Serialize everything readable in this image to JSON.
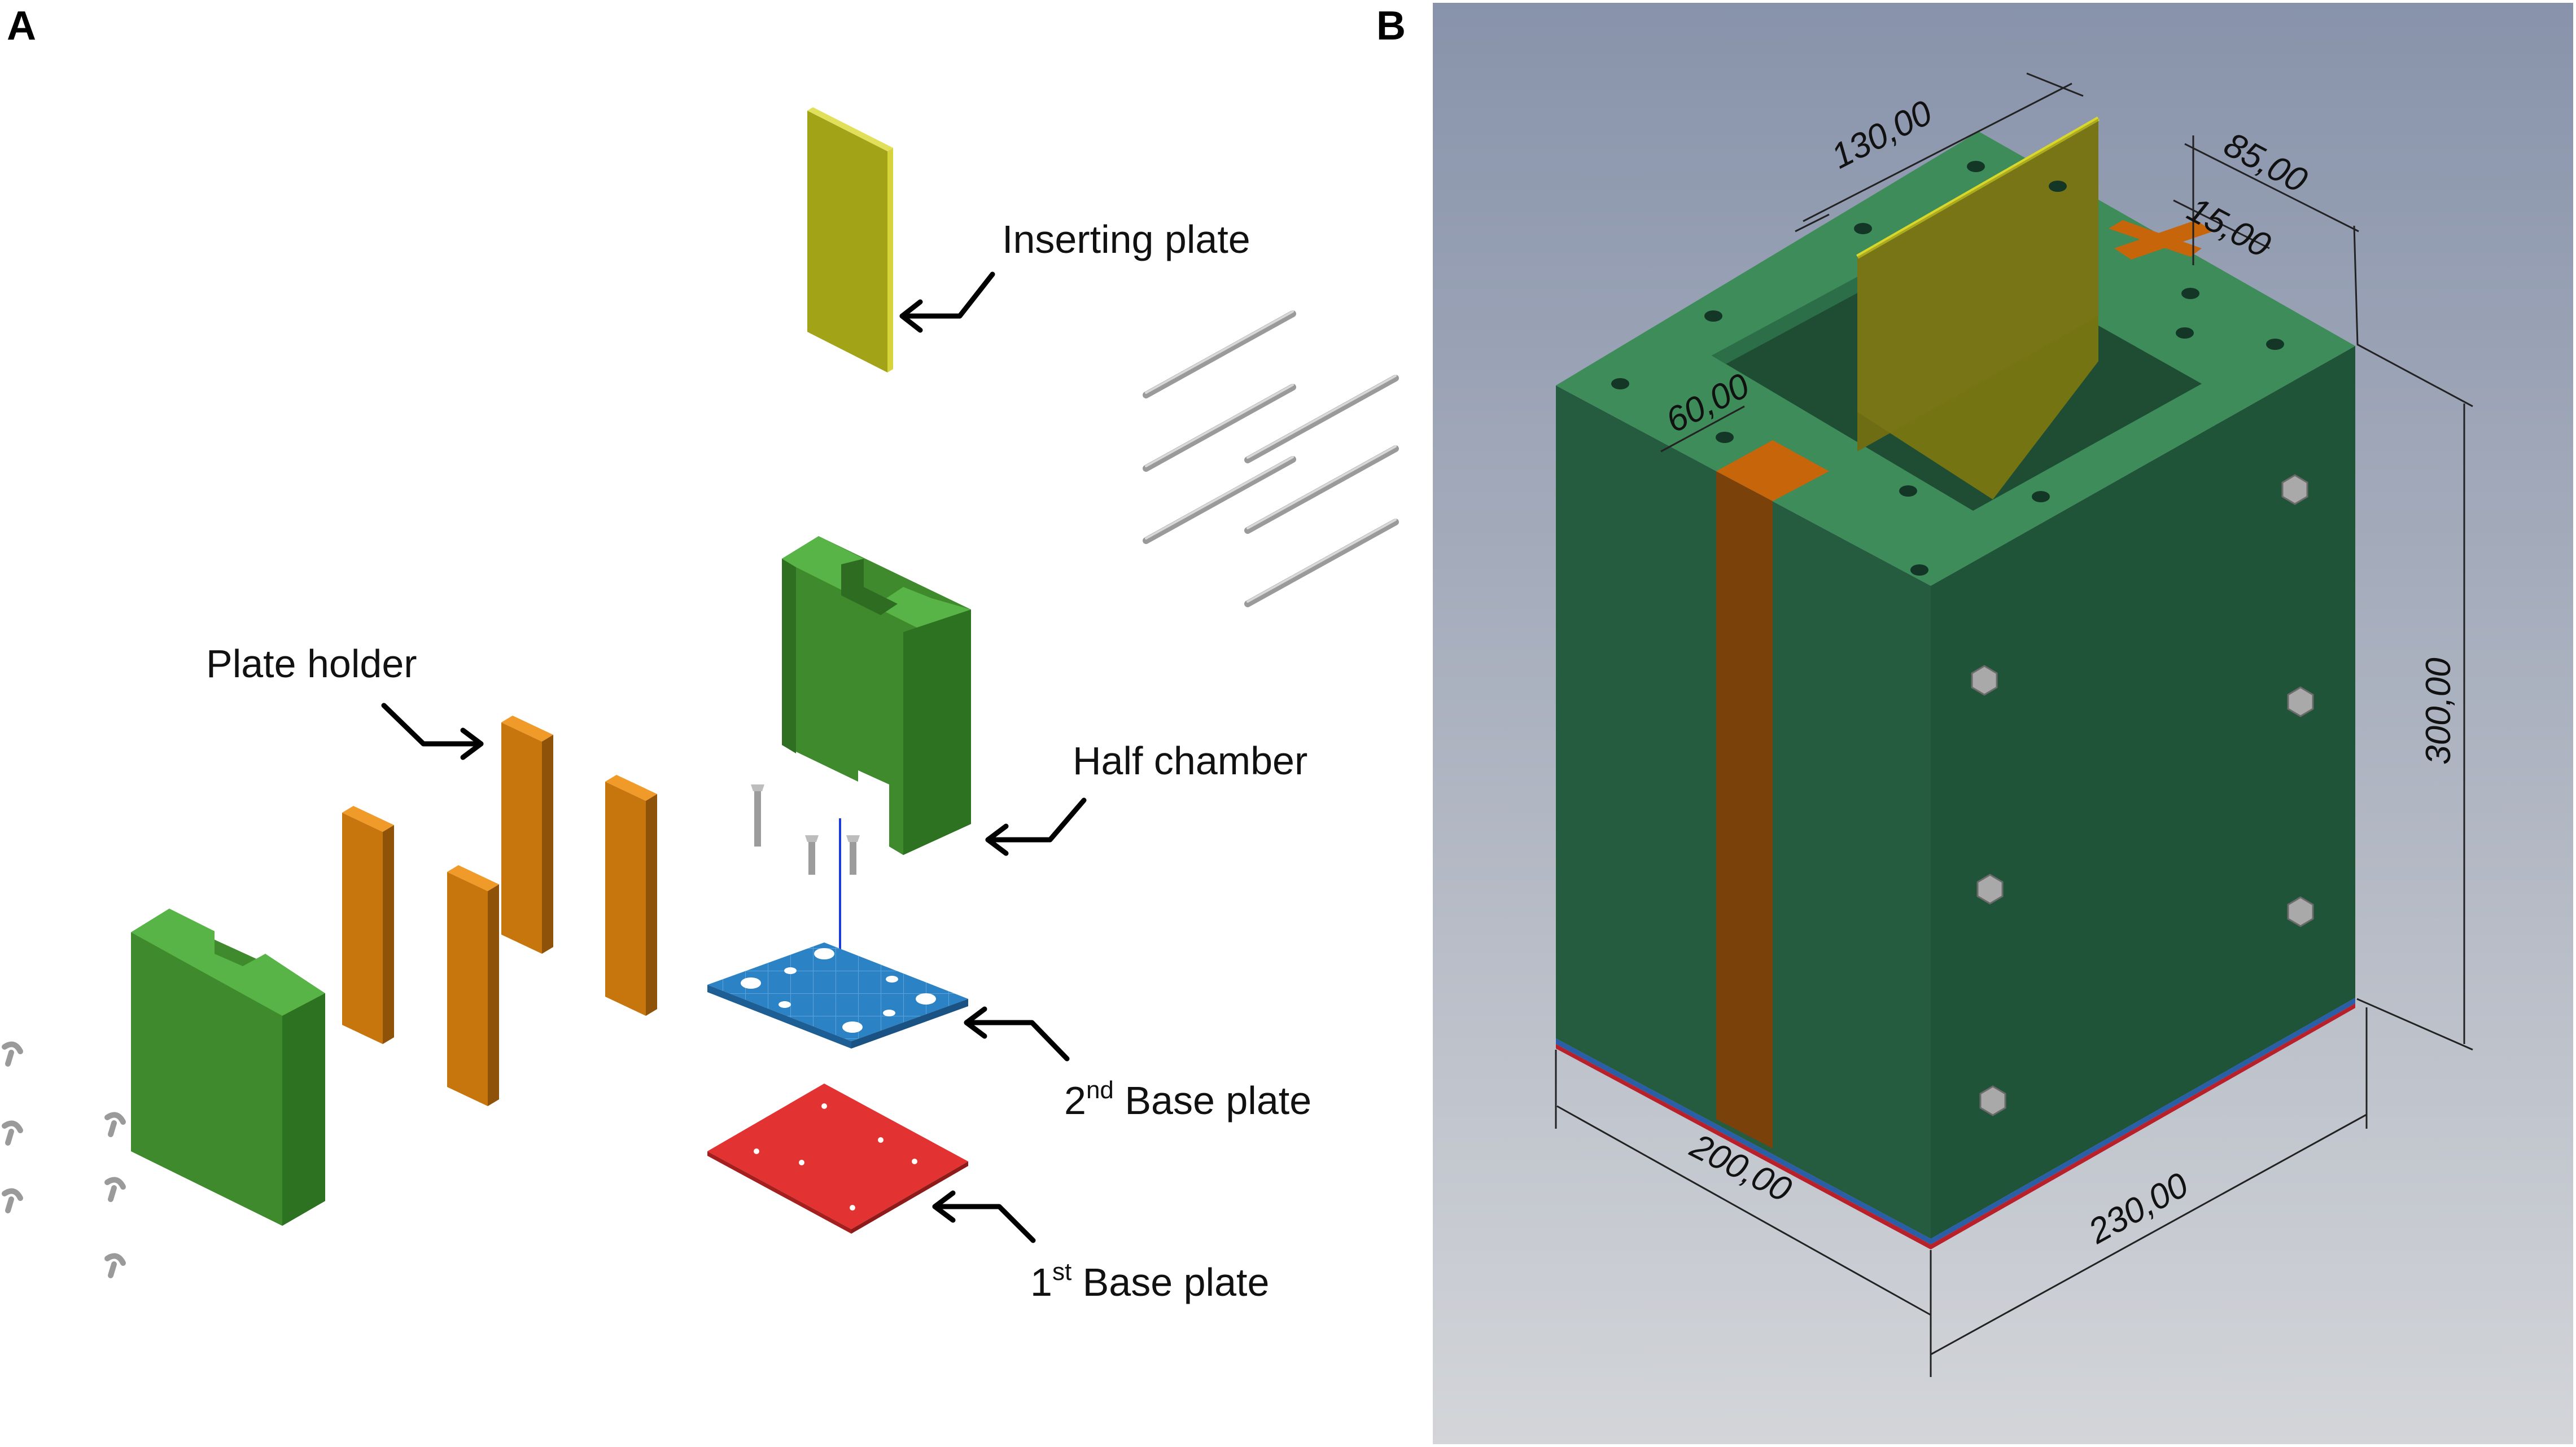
{
  "panels": {
    "a": {
      "letter": "A"
    },
    "b": {
      "letter": "B"
    }
  },
  "labels": {
    "inserting_plate": "Inserting plate",
    "plate_holder": "Plate holder",
    "half_chamber": "Half chamber",
    "base2_ordinal": "2",
    "base2_sup": "nd",
    "base2_text": " Base plate",
    "base1_ordinal": "1",
    "base1_sup": "st",
    "base1_text": " Base plate"
  },
  "dimensions": {
    "d130": "130,00",
    "d85": "85,00",
    "d15": "15,00",
    "d60": "60,00",
    "d300": "300,00",
    "d200": "200,00",
    "d230": "230,00"
  },
  "colors": {
    "chamber_green": "#3f8f2f",
    "chamber_top": "#55b043",
    "holder_orange": "#c9780e",
    "inserting_yellow": "#b4b31a",
    "base2_blue": "#2a7fc2",
    "base1_red": "#e03030",
    "render_green": "#245c3e",
    "render_bg_top": "#8a97ae",
    "render_bg_bottom": "#d2d4d8"
  }
}
